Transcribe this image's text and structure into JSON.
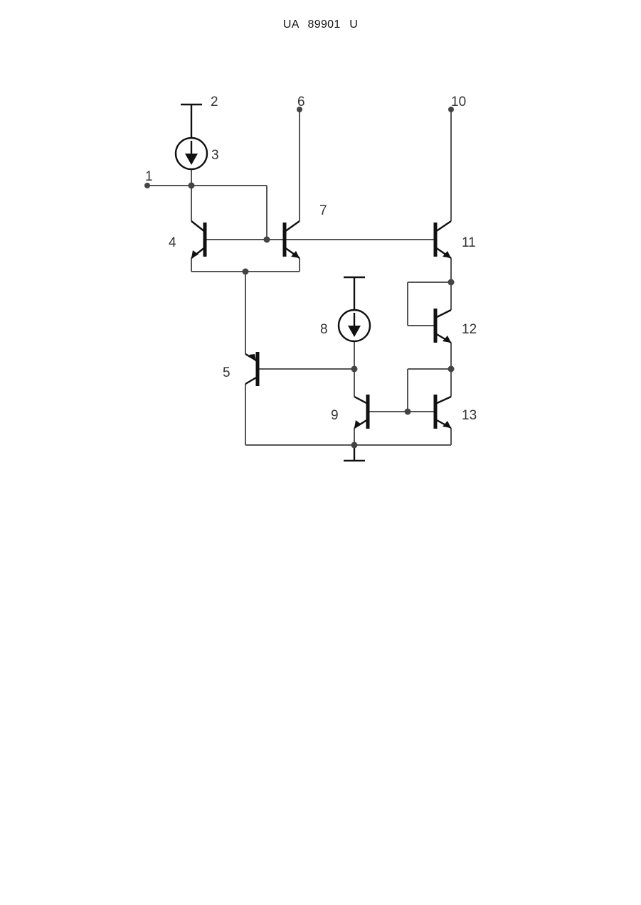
{
  "header": {
    "document_number": "UA   89901   U"
  },
  "labels": {
    "terminal_1": "1",
    "terminal_2": "2",
    "current_source_3": "3",
    "transistor_4": "4",
    "transistor_5": "5",
    "terminal_6": "6",
    "transistor_7": "7",
    "current_source_8": "8",
    "transistor_9": "9",
    "terminal_10": "10",
    "transistor_11": "11",
    "transistor_12": "12",
    "transistor_13": "13"
  }
}
